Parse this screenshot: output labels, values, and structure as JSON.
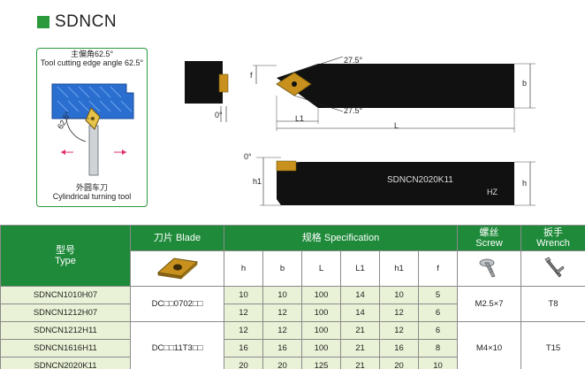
{
  "title": "SDNCN",
  "inset": {
    "header_cn": "主偏角62.5°",
    "header_en": "Tool cutting edge angle 62.5°",
    "angle_label": "62.5°",
    "footer_cn": "外圆车刀",
    "footer_en": "Cylindrical turning tool"
  },
  "diagram": {
    "angle_top": "27.5°",
    "angle_bottom": "27.5°",
    "zero_top": "0°",
    "zero_side": "0°",
    "dim_f": "f",
    "dim_l1": "L1",
    "dim_l": "L",
    "dim_b": "b",
    "dim_h1": "h1",
    "dim_h": "h",
    "marking": "SDNCN2020K11",
    "hz": "HZ"
  },
  "table": {
    "col_type_cn": "型号",
    "col_type_en": "Type",
    "col_blade": "刀片 Blade",
    "col_spec": "规格 Specification",
    "col_screw_cn": "螺丝",
    "col_screw_en": "Screw",
    "col_wrench_cn": "扳手",
    "col_wrench_en": "Wrench",
    "spec_cols": [
      "h",
      "b",
      "L",
      "L1",
      "h1",
      "f"
    ],
    "rows": [
      {
        "type": "SDNCN1010H07",
        "vals": [
          "10",
          "10",
          "100",
          "14",
          "10",
          "5"
        ]
      },
      {
        "type": "SDNCN1212H07",
        "vals": [
          "12",
          "12",
          "100",
          "14",
          "12",
          "6"
        ]
      },
      {
        "type": "SDNCN1212H11",
        "vals": [
          "12",
          "12",
          "100",
          "21",
          "12",
          "6"
        ]
      },
      {
        "type": "SDNCN1616H11",
        "vals": [
          "16",
          "16",
          "100",
          "21",
          "16",
          "8"
        ]
      },
      {
        "type": "SDNCN2020K11",
        "vals": [
          "20",
          "20",
          "125",
          "21",
          "20",
          "10"
        ]
      }
    ],
    "blade_groups": [
      "DC□□0702□□",
      "DC□□11T3□□"
    ],
    "screw_groups": [
      "M2.5×7",
      "M4×10"
    ],
    "wrench_groups": [
      "T8",
      "T15"
    ]
  },
  "colors": {
    "accent": "#1e8a3a",
    "row_bg": "#e9f2d6",
    "blue": "#2a6fd0",
    "insert": "#c8901c"
  }
}
